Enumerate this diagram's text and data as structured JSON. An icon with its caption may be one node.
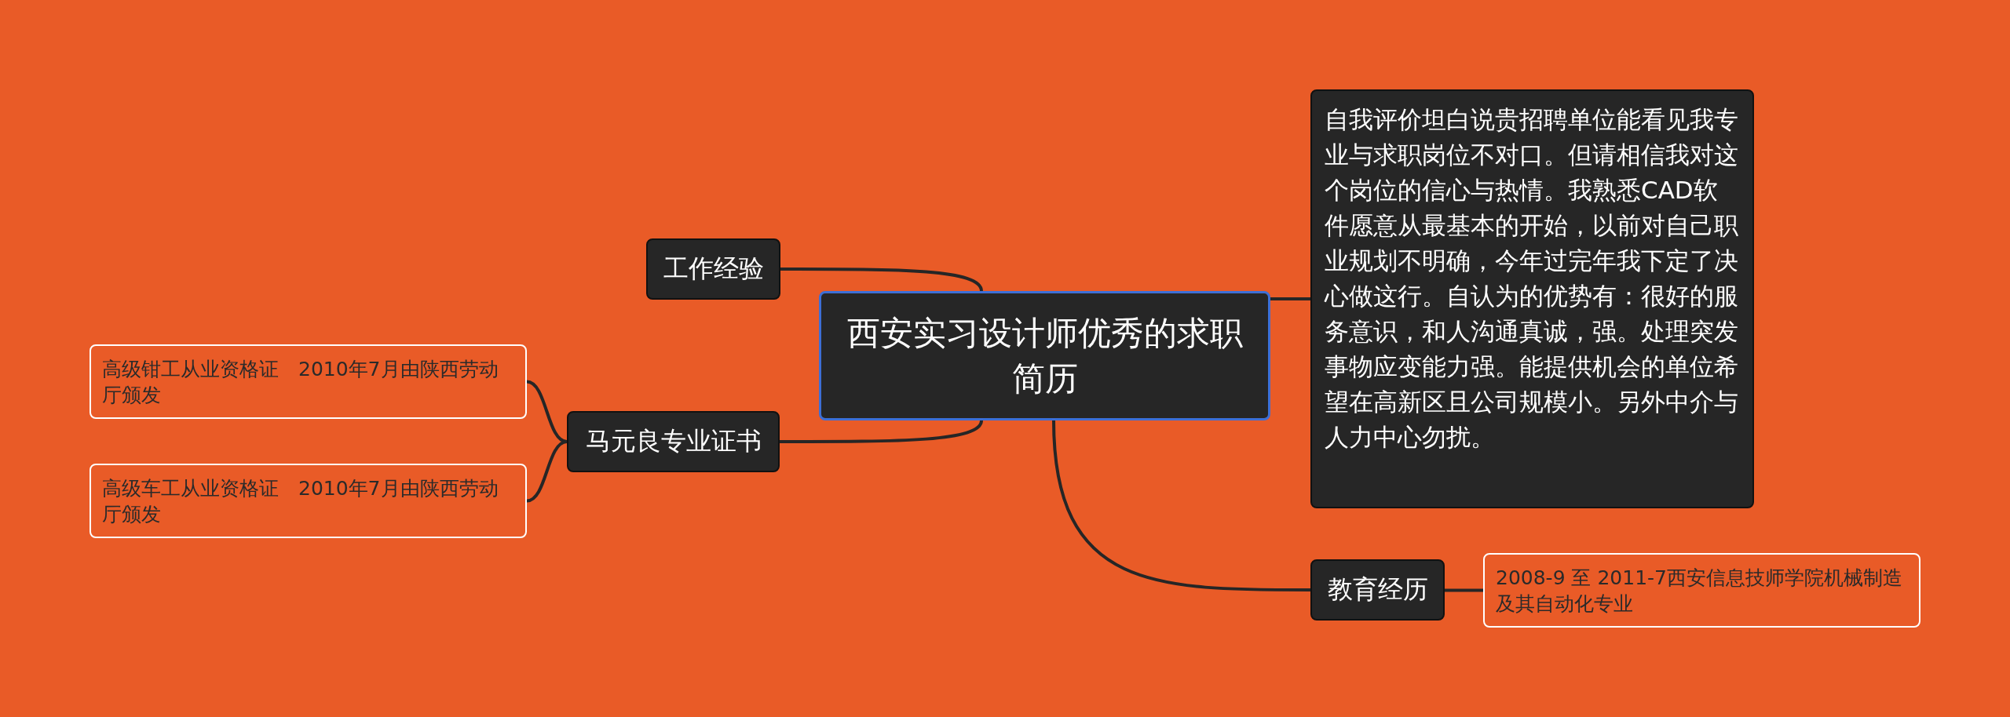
{
  "diagram": {
    "nodes": [
      {
        "text": [
          "西安实习设计师优秀的求职简历"
        ]
      },
      {
        "text": [
          "工作经验"
        ]
      },
      {
        "text": [
          "马元良专业证书"
        ]
      },
      {
        "text": [
          "高级钳工从业资格证　2010年7月由陕西劳动厅颁发"
        ]
      },
      {
        "text": [
          "高级车工从业资格证　2010年7月由陕西劳动厅颁发"
        ]
      },
      {
        "text": [
          "自我评价坦白说贵招聘单位能看见我专业与求职岗位不对口。但请相信我对这个岗位的信心与热情。我熟悉CAD软件愿意从最基本的开始，以前对自己职业规划不明确，今年过完年我下定了决心做这行。自认为的优势有：很好的服务意识，和人沟通真诚，强。处理突发事物应变能力强。能提供机会的单位希望在高新区且公司规模小。另外中介与人力中心勿扰。"
        ]
      },
      {
        "text": [
          "教育经历"
        ]
      },
      {
        "text": [
          "2008-9 至 2011-7西安信息技师学院机械制造及其自动化专业"
        ]
      }
    ],
    "edges": [
      {
        "from": 0,
        "to": 1,
        "arrow": "none"
      },
      {
        "from": 0,
        "to": 2,
        "arrow": "none"
      },
      {
        "from": 2,
        "to": 3,
        "arrow": "none"
      },
      {
        "from": 2,
        "to": 4,
        "arrow": "none"
      },
      {
        "from": 0,
        "to": 5,
        "arrow": "none"
      },
      {
        "from": 0,
        "to": 6,
        "arrow": "none"
      },
      {
        "from": 6,
        "to": 7,
        "arrow": "none"
      }
    ]
  }
}
